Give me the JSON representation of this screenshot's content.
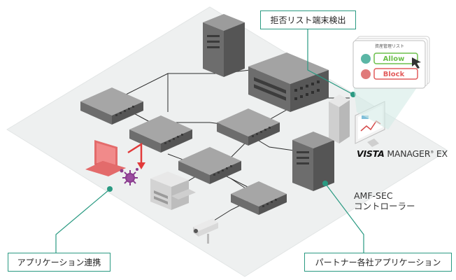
{
  "callouts": {
    "blocklist_detection": "拒否リスト端末検出",
    "application_integration": "アプリケーション連携",
    "partner_applications": "パートナー各社アプリケーション"
  },
  "management_panel": {
    "title": "資産管理リスト",
    "allow_label": "Allow",
    "block_label": "Block"
  },
  "product": {
    "brand": "VISTA",
    "name": "MANAGER",
    "suffix": "EX"
  },
  "controller": {
    "line1": "AMF-SEC",
    "line2": "コントローラー"
  },
  "colors": {
    "accent_teal": "#2a9a82",
    "allow_green": "#6bbf4a",
    "block_red": "#e25b5b",
    "threat_red": "#e23a3a",
    "virus_purple": "#8a3c8f",
    "floor": "#eef0f0"
  },
  "icons": [
    "server-icon",
    "switch-icon",
    "laptop-icon",
    "virus-icon",
    "printer-icon",
    "camera-icon",
    "desktop-monitor-icon",
    "cursor-icon"
  ]
}
